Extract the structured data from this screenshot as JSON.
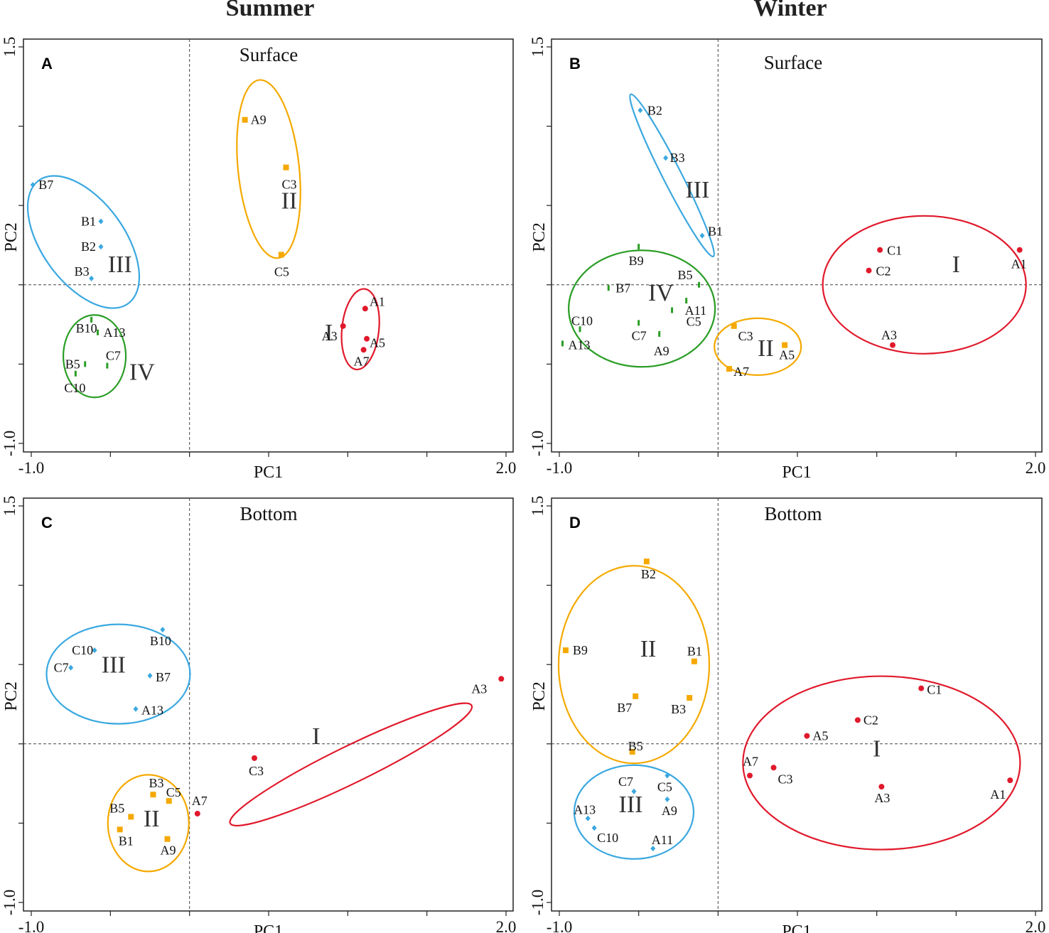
{
  "figure": {
    "column_titles": [
      "Summer",
      "Winter"
    ]
  },
  "chart_data": [
    {
      "panel": "A",
      "type": "scatter",
      "subtitle": "Surface",
      "xlabel": "PC1",
      "ylabel": "PC2",
      "xlim": [
        -1.0,
        2.0
      ],
      "ylim": [
        -1.0,
        1.5
      ],
      "x_tick_labels": [
        "-1.0",
        "2.0"
      ],
      "y_tick_labels": [
        "1.5",
        "-1.0"
      ],
      "groups": [
        {
          "label": "I",
          "color": "#e0192b",
          "marker": "circle",
          "points": [
            {
              "name": "A1",
              "x": 1.11,
              "y": -0.15
            },
            {
              "name": "A3",
              "x": 0.97,
              "y": -0.26
            },
            {
              "name": "A5",
              "x": 1.12,
              "y": -0.34
            },
            {
              "name": "A7",
              "x": 1.1,
              "y": -0.41
            }
          ]
        },
        {
          "label": "II",
          "color": "#f5a900",
          "marker": "square",
          "points": [
            {
              "name": "A9",
              "x": 0.35,
              "y": 1.04
            },
            {
              "name": "C3",
              "x": 0.61,
              "y": 0.74
            },
            {
              "name": "C5",
              "x": 0.58,
              "y": 0.19
            }
          ]
        },
        {
          "label": "III",
          "color": "#3aa8e0",
          "marker": "diamond",
          "points": [
            {
              "name": "B7",
              "x": -0.99,
              "y": 0.63
            },
            {
              "name": "B1",
              "x": -0.56,
              "y": 0.4
            },
            {
              "name": "B2",
              "x": -0.56,
              "y": 0.24
            },
            {
              "name": "B3",
              "x": -0.62,
              "y": 0.04
            }
          ]
        },
        {
          "label": "IV",
          "color": "#2a9d25",
          "marker": "bar",
          "points": [
            {
              "name": "B10",
              "x": -0.62,
              "y": -0.22
            },
            {
              "name": "A13",
              "x": -0.58,
              "y": -0.3
            },
            {
              "name": "B5",
              "x": -0.66,
              "y": -0.5
            },
            {
              "name": "C7",
              "x": -0.52,
              "y": -0.51
            },
            {
              "name": "C10",
              "x": -0.72,
              "y": -0.56
            }
          ]
        }
      ]
    },
    {
      "panel": "B",
      "type": "scatter",
      "subtitle": "Surface",
      "xlabel": "PC1",
      "ylabel": "PC2",
      "xlim": [
        -1.0,
        2.0
      ],
      "ylim": [
        -1.0,
        1.5
      ],
      "x_tick_labels": [
        "-1.0",
        "2.0"
      ],
      "y_tick_labels": [
        "1.5",
        "-1.0"
      ],
      "groups": [
        {
          "label": "I",
          "color": "#e0192b",
          "marker": "circle",
          "points": [
            {
              "name": "C1",
              "x": 1.02,
              "y": 0.22
            },
            {
              "name": "C2",
              "x": 0.95,
              "y": 0.09
            },
            {
              "name": "A1",
              "x": 1.9,
              "y": 0.22
            },
            {
              "name": "A3",
              "x": 1.1,
              "y": -0.38
            }
          ]
        },
        {
          "label": "II",
          "color": "#f5a900",
          "marker": "square",
          "points": [
            {
              "name": "C3",
              "x": 0.1,
              "y": -0.26
            },
            {
              "name": "A5",
              "x": 0.42,
              "y": -0.38
            },
            {
              "name": "A7",
              "x": 0.07,
              "y": -0.53
            }
          ]
        },
        {
          "label": "III",
          "color": "#3aa8e0",
          "marker": "diamond",
          "points": [
            {
              "name": "B2",
              "x": -0.49,
              "y": 1.1
            },
            {
              "name": "B3",
              "x": -0.33,
              "y": 0.8
            },
            {
              "name": "B1",
              "x": -0.1,
              "y": 0.31
            }
          ]
        },
        {
          "label": "IV",
          "color": "#2a9d25",
          "marker": "bar",
          "points": [
            {
              "name": "B9",
              "x": -0.5,
              "y": 0.24
            },
            {
              "name": "B7",
              "x": -0.69,
              "y": -0.02
            },
            {
              "name": "B5",
              "x": -0.12,
              "y": 0.0
            },
            {
              "name": "A11",
              "x": -0.2,
              "y": -0.1
            },
            {
              "name": "C10",
              "x": -0.87,
              "y": -0.28
            },
            {
              "name": "C7",
              "x": -0.5,
              "y": -0.24
            },
            {
              "name": "C5",
              "x": -0.29,
              "y": -0.16
            },
            {
              "name": "A13",
              "x": -0.98,
              "y": -0.37
            },
            {
              "name": "A9",
              "x": -0.37,
              "y": -0.31
            }
          ]
        }
      ]
    },
    {
      "panel": "C",
      "type": "scatter",
      "subtitle": "Bottom",
      "xlabel": "PC1",
      "ylabel": "PC2",
      "xlim": [
        -1.0,
        2.0
      ],
      "ylim": [
        -1.0,
        1.5
      ],
      "x_tick_labels": [
        "-1.0",
        "2.0"
      ],
      "y_tick_labels": [
        "1.5",
        "-1.0"
      ],
      "groups": [
        {
          "label": "I",
          "color": "#e0192b",
          "marker": "circle",
          "points": [
            {
              "name": "A3",
              "x": 1.97,
              "y": 0.41
            },
            {
              "name": "C3",
              "x": 0.41,
              "y": -0.09
            },
            {
              "name": "A7",
              "x": 0.05,
              "y": -0.44
            }
          ]
        },
        {
          "label": "II",
          "color": "#f5a900",
          "marker": "square",
          "points": [
            {
              "name": "B3",
              "x": -0.23,
              "y": -0.32
            },
            {
              "name": "C5",
              "x": -0.13,
              "y": -0.36
            },
            {
              "name": "B5",
              "x": -0.37,
              "y": -0.46
            },
            {
              "name": "B1",
              "x": -0.44,
              "y": -0.54
            },
            {
              "name": "A9",
              "x": -0.14,
              "y": -0.6
            }
          ]
        },
        {
          "label": "III",
          "color": "#3aa8e0",
          "marker": "diamond",
          "points": [
            {
              "name": "B10",
              "x": -0.17,
              "y": 0.72
            },
            {
              "name": "C10",
              "x": -0.6,
              "y": 0.59
            },
            {
              "name": "C7",
              "x": -0.75,
              "y": 0.48
            },
            {
              "name": "B7",
              "x": -0.25,
              "y": 0.43
            },
            {
              "name": "A13",
              "x": -0.34,
              "y": 0.22
            }
          ]
        }
      ]
    },
    {
      "panel": "D",
      "type": "scatter",
      "subtitle": "Bottom",
      "xlabel": "PC1",
      "ylabel": "PC2",
      "xlim": [
        -1.0,
        2.0
      ],
      "ylim": [
        -1.0,
        1.5
      ],
      "x_tick_labels": [
        "-1.0",
        "2.0"
      ],
      "y_tick_labels": [
        "1.5",
        "-1.0"
      ],
      "groups": [
        {
          "label": "I",
          "color": "#e0192b",
          "marker": "circle",
          "points": [
            {
              "name": "C1",
              "x": 1.28,
              "y": 0.35
            },
            {
              "name": "C2",
              "x": 0.88,
              "y": 0.15
            },
            {
              "name": "A5",
              "x": 0.56,
              "y": 0.05
            },
            {
              "name": "A7",
              "x": 0.2,
              "y": -0.2
            },
            {
              "name": "C3",
              "x": 0.35,
              "y": -0.15
            },
            {
              "name": "A3",
              "x": 1.03,
              "y": -0.27
            },
            {
              "name": "A1",
              "x": 1.84,
              "y": -0.23
            }
          ]
        },
        {
          "label": "II",
          "color": "#f5a900",
          "marker": "square",
          "points": [
            {
              "name": "B2",
              "x": -0.45,
              "y": 1.15
            },
            {
              "name": "B9",
              "x": -0.96,
              "y": 0.59
            },
            {
              "name": "B1",
              "x": -0.15,
              "y": 0.52
            },
            {
              "name": "B7",
              "x": -0.52,
              "y": 0.3
            },
            {
              "name": "B3",
              "x": -0.18,
              "y": 0.29
            },
            {
              "name": "B5",
              "x": -0.54,
              "y": -0.05
            }
          ]
        },
        {
          "label": "III",
          "color": "#3aa8e0",
          "marker": "diamond",
          "points": [
            {
              "name": "C7",
              "x": -0.53,
              "y": -0.3
            },
            {
              "name": "C5",
              "x": -0.32,
              "y": -0.2
            },
            {
              "name": "A9",
              "x": -0.32,
              "y": -0.35
            },
            {
              "name": "A13",
              "x": -0.82,
              "y": -0.47
            },
            {
              "name": "C10",
              "x": -0.78,
              "y": -0.53
            },
            {
              "name": "A11",
              "x": -0.41,
              "y": -0.66
            }
          ]
        }
      ]
    }
  ]
}
